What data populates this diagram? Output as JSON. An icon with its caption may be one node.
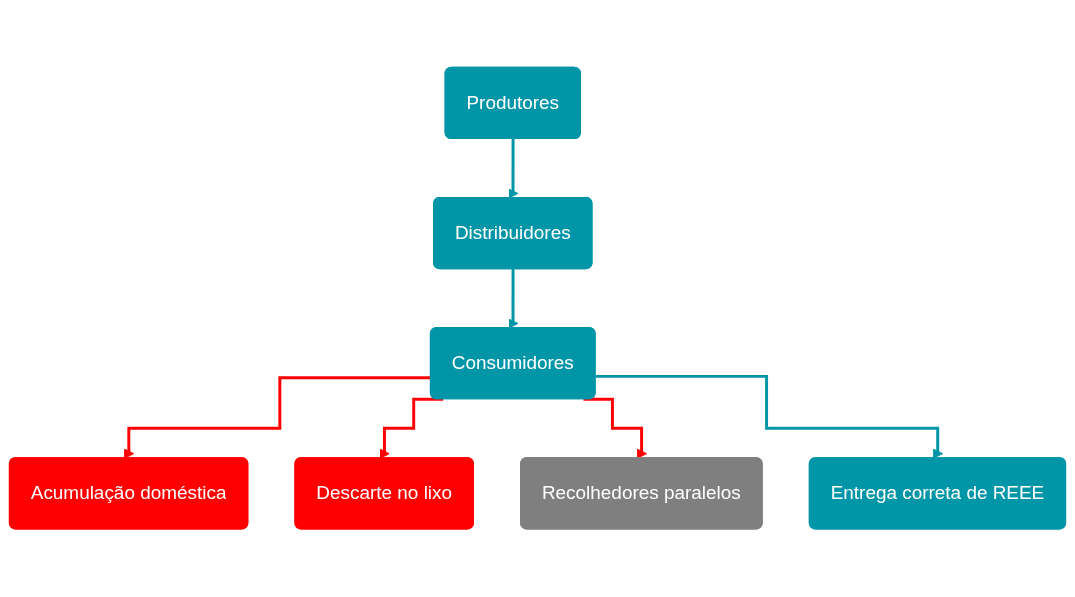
{
  "diagram": {
    "nodes": [
      {
        "text": [
          "Produtores"
        ]
      },
      {
        "text": [
          "Distribuidores"
        ]
      },
      {
        "text": [
          "Consumidores"
        ]
      },
      {
        "text": [
          "Acumulação doméstica"
        ]
      },
      {
        "text": [
          "Descarte no lixo"
        ]
      },
      {
        "text": [
          "Recolhedores paralelos"
        ]
      },
      {
        "text": [
          "Entrega correta de REEE"
        ]
      }
    ],
    "edges": [
      {
        "from": 0,
        "to": 1,
        "arrow": "to",
        "color": "#0096a8"
      },
      {
        "from": 1,
        "to": 2,
        "arrow": "to",
        "color": "#0096a8"
      },
      {
        "from": 2,
        "to": 3,
        "arrow": "to",
        "color": "#ff0000"
      },
      {
        "from": 2,
        "to": 4,
        "arrow": "to",
        "color": "#ff0000"
      },
      {
        "from": 2,
        "to": 5,
        "arrow": "to",
        "color": "#ff0000"
      },
      {
        "from": 2,
        "to": 6,
        "arrow": "to",
        "color": "#0096a8"
      }
    ]
  }
}
